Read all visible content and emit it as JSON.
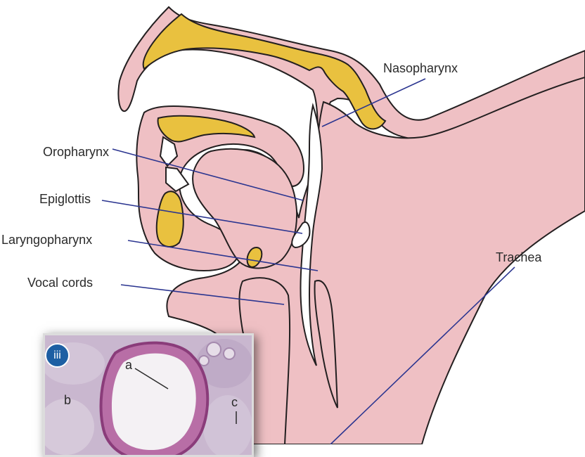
{
  "labels": {
    "nasopharynx": "Nasopharynx",
    "oropharynx": "Oropharynx",
    "epiglottis": "Epiglottis",
    "laryngopharynx": "Laryngopharynx",
    "vocal_cords": "Vocal cords",
    "trachea": "Trachea"
  },
  "inset": {
    "badge": "iii",
    "letter_a": "a",
    "letter_b": "b",
    "letter_c": "c"
  },
  "colors": {
    "tissue": "#efc0c4",
    "tissue_outline": "#231f20",
    "bone": "#e9c13f",
    "leader_line": "#2b3590",
    "badge": "#1d5fa3",
    "histology": "#c9b7cf"
  }
}
